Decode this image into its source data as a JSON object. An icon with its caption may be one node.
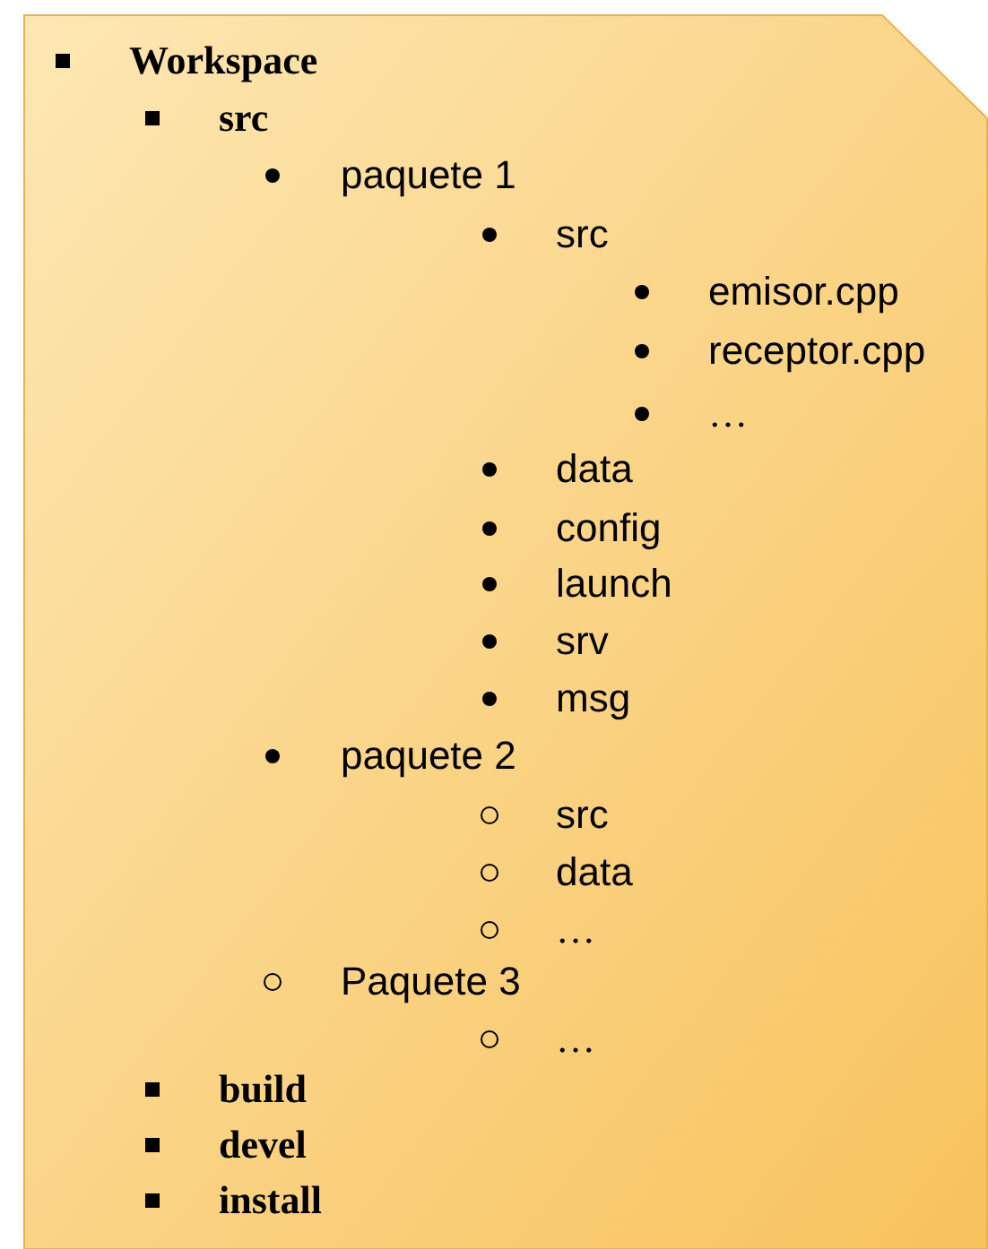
{
  "diagram": {
    "nodes": [
      {
        "text": [
          "Workspace",
          "src",
          "paquete 1",
          "src",
          "emisor.cpp",
          "receptor.cpp",
          "…",
          "data",
          "config",
          "launch",
          "srv",
          "msg",
          "paquete 2",
          "src",
          "data",
          "…",
          "Paquete 3",
          "…",
          "build",
          "devel",
          "install"
        ]
      }
    ]
  }
}
